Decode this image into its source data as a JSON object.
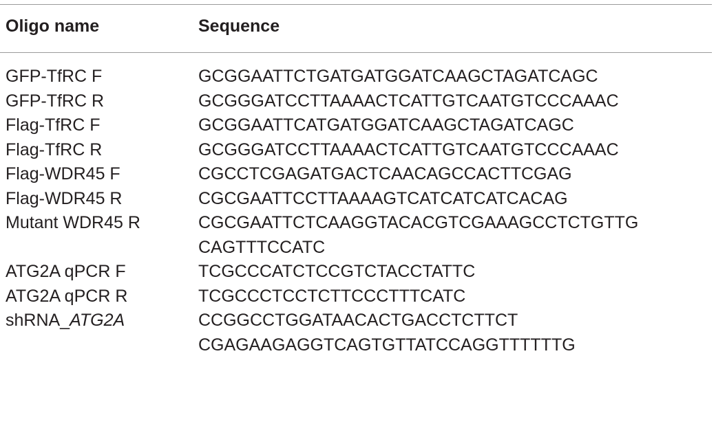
{
  "header": {
    "col_name": "Oligo name",
    "col_sequence": "Sequence"
  },
  "rows": [
    {
      "name": "GFP-TfRC F",
      "seq_line1": "GCGGAATTCTGATGATGGATCAAGCTAGATCAGC",
      "seq_line2": ""
    },
    {
      "name": "GFP-TfRC R",
      "seq_line1": "GCGGGATCCTTAAAACTCATTGTCAATGTCCCAAAC",
      "seq_line2": ""
    },
    {
      "name": "Flag-TfRC F",
      "seq_line1": "GCGGAATTCATGATGGATCAAGCTAGATCAGC",
      "seq_line2": ""
    },
    {
      "name": "Flag-TfRC R",
      "seq_line1": "GCGGGATCCTTAAAACTCATTGTCAATGTCCCAAAC",
      "seq_line2": ""
    },
    {
      "name": "Flag-WDR45 F",
      "seq_line1": "CGCCTCGAGATGACTCAACAGCCACTTCGAG",
      "seq_line2": ""
    },
    {
      "name": "Flag-WDR45 R",
      "seq_line1": "CGCGAATTCCTTAAAAGTCATCATCATCACAG",
      "seq_line2": ""
    },
    {
      "name": "Mutant WDR45 R",
      "seq_line1": "CGCGAATTCTCAAGGTACACGTCGAAAGCCTCTGTTG",
      "seq_line2": "CAGTTTCCATC"
    },
    {
      "name": "ATG2A qPCR F",
      "seq_line1": "TCGCCCATCTCCGTCTACCTATTC",
      "seq_line2": ""
    },
    {
      "name": "ATG2A qPCR R",
      "seq_line1": "TCGCCCTCCTCTTCCCTTTCATC",
      "seq_line2": ""
    },
    {
      "name_prefix": "shRNA_",
      "name_italic": "ATG2A",
      "seq_line1": "CCGGCCTGGATAACACTGACCTCTTCT",
      "seq_line2": "CGAGAAGAGGTCAGTGTTATCCAGGTTTTTTG"
    }
  ]
}
